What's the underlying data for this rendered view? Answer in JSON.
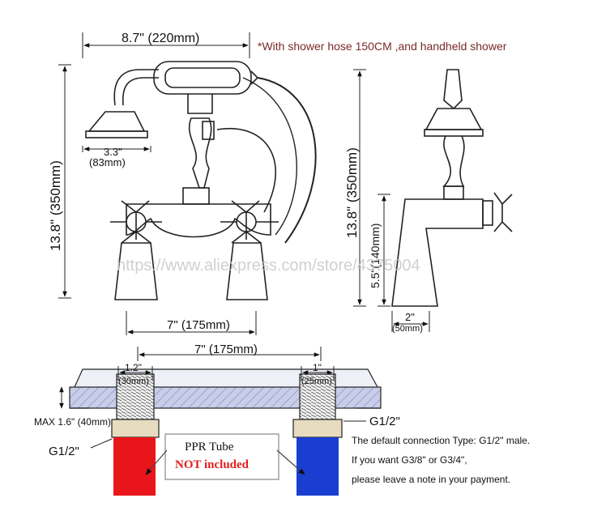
{
  "header_note": "*With shower hose 150CM ,and handheld shower",
  "front_view": {
    "top_width_label": "8.7\" (220mm)",
    "height_label": "13.8\" (350mm)",
    "head_diameter_label": "3.3\"",
    "head_diameter_mm": "(83mm)",
    "base_width_label": "7\" (175mm)"
  },
  "side_view": {
    "height_label": "13.8\" (350mm)",
    "spout_height_label": "5.5\"(140mm)",
    "base_depth_label": "2\"",
    "base_depth_mm": "(50mm)"
  },
  "watermark": "https://www.aliexpress.com/store/4375004",
  "install_detail": {
    "center_distance_label": "7\" (175mm)",
    "left_shank_label": "1.2\"",
    "left_shank_mm": "(30mm)",
    "right_shank_label": "1\"",
    "right_shank_mm": "(25mm)",
    "max_thickness_label": "MAX 1.6\" (40mm)",
    "left_thread_label": "G1/2\"",
    "right_thread_label": "G1/2\"",
    "ppr_title": "PPR Tube",
    "ppr_note": "NOT included",
    "connection_notes": [
      "The default connection Type: G1/2\" male.",
      "If you want G3/8\" or G3/4\",",
      "please leave a note in your payment."
    ]
  },
  "colors": {
    "hot_pipe": "#e8161b",
    "cold_pipe": "#1a3fd0",
    "note_red": "#7a2a2a",
    "deck": "#c8cce8"
  }
}
